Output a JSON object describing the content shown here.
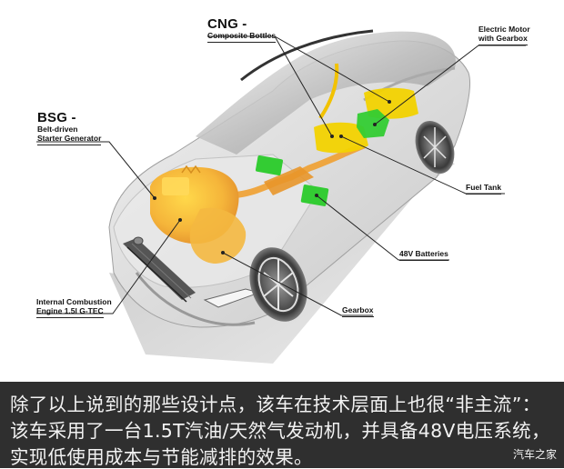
{
  "diagram": {
    "callouts": {
      "cng": {
        "head": "CNG -",
        "sub": "Composite Bottles"
      },
      "electric_motor": {
        "line1": "Electric Motor",
        "line2": "with Gearbox"
      },
      "bsg": {
        "head": "BSG -",
        "line1": "Belt-driven",
        "line2": "Starter Generator"
      },
      "fuel_tank": {
        "label": "Fuel Tank"
      },
      "batteries": {
        "label": "48V Batteries"
      },
      "ice": {
        "line1": "Internal Combustion",
        "line2": "Engine 1.5l G-TEC"
      },
      "gearbox": {
        "label": "Gearbox"
      }
    },
    "colors": {
      "engine_orange": "#f0a830",
      "cng_yellow": "#f2d200",
      "battery_green": "#33cc33",
      "body_gray": "#d9d9d9",
      "caption_bg": "#2f2f2f"
    }
  },
  "caption": {
    "line1": "除了以上说到的那些设计点，该车在技术层面上也很“非主流”：",
    "line2": "该车采用了一台1.5T汽油/天然气发动机，并具备48V电压系统，",
    "line3": "实现低使用成本与节能减排的效果。",
    "watermark": "汽车之家"
  }
}
